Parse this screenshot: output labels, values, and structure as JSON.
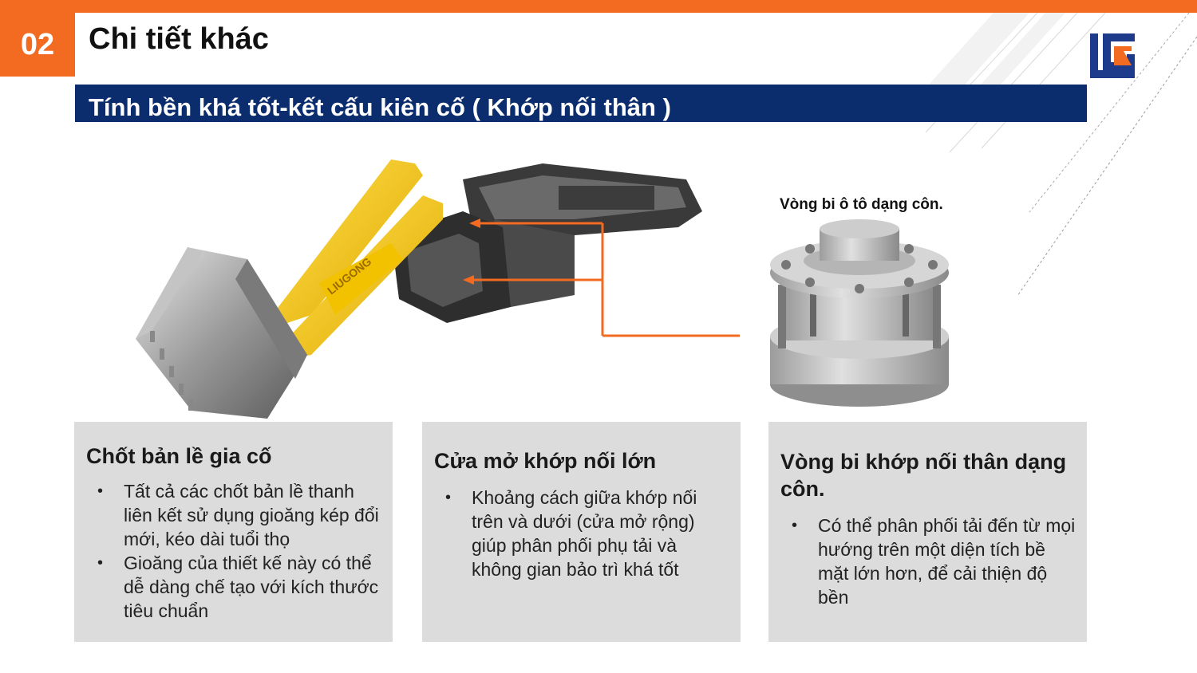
{
  "header": {
    "section_number": "02",
    "title": "Chi tiết khác",
    "subtitle": "Tính bền khá tốt-kết cấu kiên cố ( Khớp nối thân )"
  },
  "colors": {
    "accent_orange": "#f26b21",
    "navy": "#0b2d6e",
    "panel_gray": "#dcdcdc",
    "loader_yellow": "#f5c518"
  },
  "figure": {
    "bearing_caption": "Vòng bi ô tô dạng côn.",
    "loader_icon": "wheel-loader-illustration",
    "bearing_icon": "tapered-bearing-illustration"
  },
  "panels": [
    {
      "title": "Chốt bản lề gia cố",
      "bullets": [
        "Tất cả các chốt bản lề thanh liên kết sử dụng gioăng kép đổi mới, kéo dài tuổi thọ",
        "Gioăng của thiết kế này có thể dễ dàng chế tạo với kích thước tiêu chuẩn"
      ]
    },
    {
      "title": "Cửa mở khớp nối lớn",
      "bullets": [
        "Khoảng cách giữa khớp nối trên và dưới (cửa mở rộng) giúp phân phối phụ tải và không gian bảo trì khá tốt"
      ]
    },
    {
      "title": "Vòng bi khớp nối thân dạng côn.",
      "bullets": [
        "Có thể phân phối tải đến từ mọi hướng trên một diện tích bề mặt lớn hơn, để cải thiện độ bền"
      ]
    }
  ]
}
